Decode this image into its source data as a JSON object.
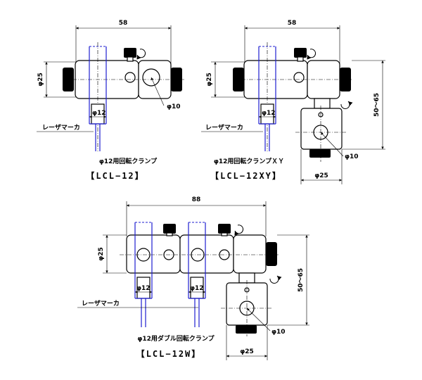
{
  "diagrams": [
    {
      "id": "lcl12",
      "dim_width": "58",
      "dim_dia": "φ25",
      "dim_rod": "φ12",
      "dim_hole": "φ10",
      "marker_label": "レーザマーカ",
      "caption": "φ12用回転クランプ",
      "model": "【LCL−12】"
    },
    {
      "id": "lcl12xy",
      "dim_width": "58",
      "dim_dia": "φ25",
      "dim_rod": "φ12",
      "dim_hole": "φ10",
      "dim_height": "50～65",
      "dim_bottom": "φ25",
      "marker_label": "レーザマーカ",
      "caption": "φ12用回転クランプＸＹ",
      "model": "【LCL−12XY】"
    },
    {
      "id": "lcl12w",
      "dim_width": "88",
      "dim_dia": "φ25",
      "dim_rod_left": "φ12",
      "dim_rod_right": "φ12",
      "dim_hole": "φ10",
      "dim_height": "50～65",
      "dim_bottom": "φ25",
      "marker_label": "レーザマーカ",
      "caption": "φ12用ダブル回転クランプ",
      "model": "【LCL−12W】"
    }
  ]
}
